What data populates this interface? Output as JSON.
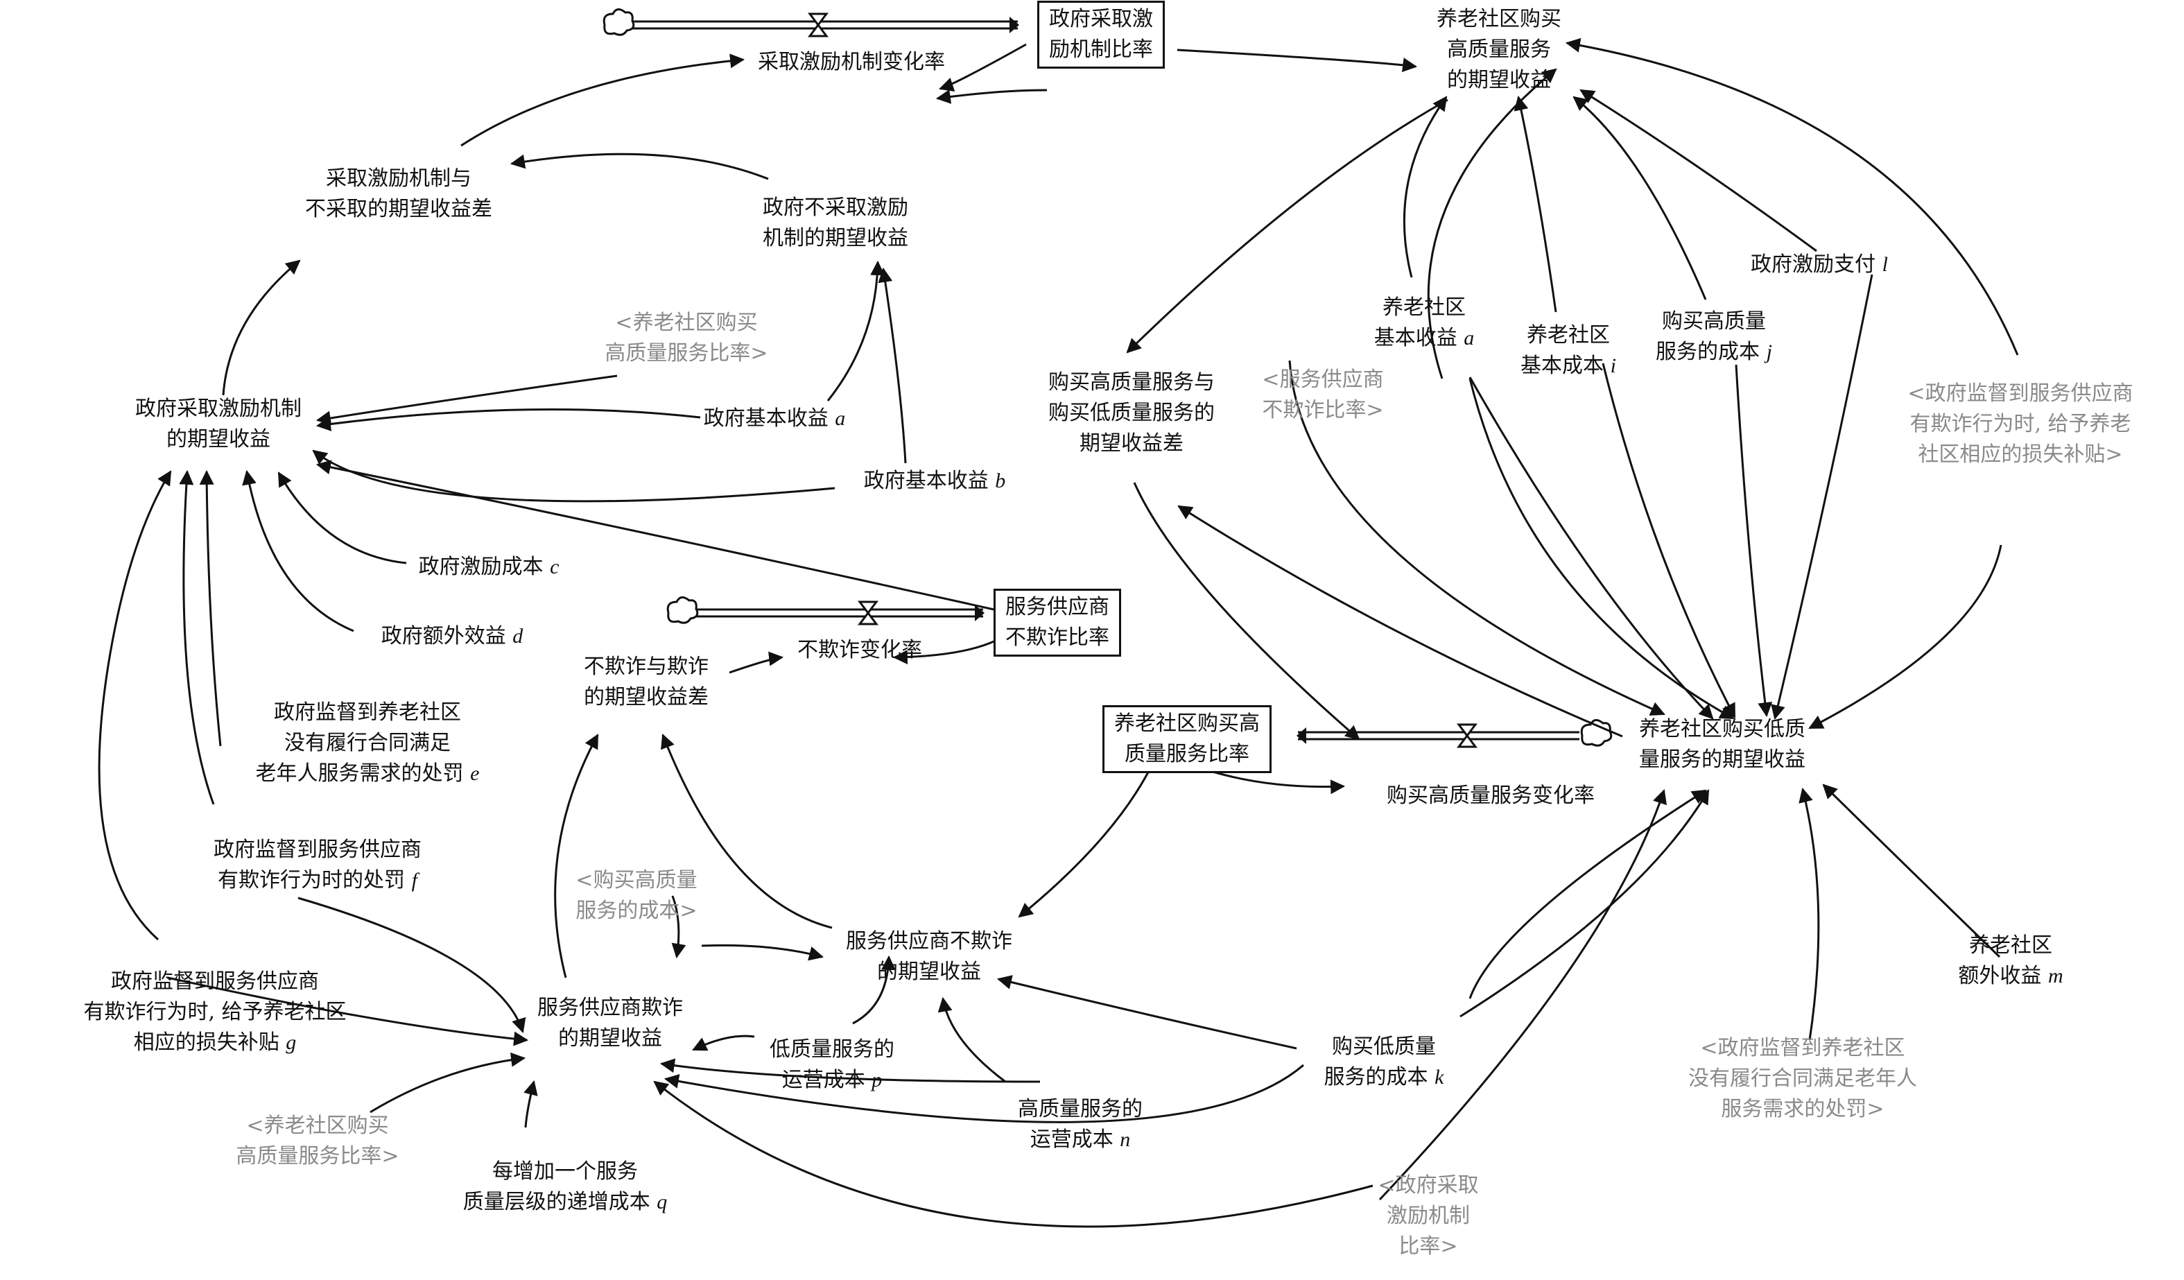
{
  "diagram": {
    "colors": {
      "line": "#111111",
      "shadow_text": "#8a8a8a",
      "background": "#ffffff"
    },
    "nodes": [
      {
        "id": "gov_rate",
        "kind": "stock",
        "lines": [
          "政府采取激",
          "励机制比率"
        ]
      },
      {
        "id": "gov_rate_change",
        "kind": "aux",
        "lines": [
          "采取激励机制变化率"
        ]
      },
      {
        "id": "gov_diff",
        "kind": "aux",
        "lines": [
          "采取激励机制与",
          "不采取的期望收益差"
        ]
      },
      {
        "id": "gov_no_inc",
        "kind": "aux",
        "lines": [
          "政府不采取激励",
          "机制的期望收益"
        ]
      },
      {
        "id": "sh_comm_rate_1",
        "kind": "shadow",
        "lines": [
          "<养老社区购买",
          "高质量服务比率>"
        ]
      },
      {
        "id": "gov_inc",
        "kind": "aux",
        "lines": [
          "政府采取激励机制",
          "的期望收益"
        ]
      },
      {
        "id": "gov_base_a",
        "kind": "aux",
        "lines": [
          "政府基本收益 a"
        ],
        "italic": "a"
      },
      {
        "id": "gov_base_b",
        "kind": "aux",
        "lines": [
          "政府基本收益 b"
        ],
        "italic": "b"
      },
      {
        "id": "gov_cost_c",
        "kind": "aux",
        "lines": [
          "政府激励成本 c"
        ],
        "italic": "c"
      },
      {
        "id": "gov_extra_d",
        "kind": "aux",
        "lines": [
          "政府额外效益 d"
        ],
        "italic": "d"
      },
      {
        "id": "penalty_e",
        "kind": "aux",
        "lines": [
          "政府监督到养老社区",
          "没有履行合同满足",
          "老年人服务需求的处罚 e"
        ],
        "italic": "e"
      },
      {
        "id": "penalty_f",
        "kind": "aux",
        "lines": [
          "政府监督到服务供应商",
          "有欺诈行为时的处罚 f"
        ],
        "italic": "f"
      },
      {
        "id": "subsidy_g",
        "kind": "aux",
        "lines": [
          "政府监督到服务供应商",
          "有欺诈行为时, 给予养老社区",
          "相应的损失补贴 g"
        ],
        "italic": "g"
      },
      {
        "id": "sh_comm_rate_2",
        "kind": "shadow",
        "lines": [
          "<养老社区购买",
          "高质量服务比率>"
        ]
      },
      {
        "id": "cost_q",
        "kind": "aux",
        "lines": [
          "每增加一个服务",
          "质量层级的递增成本 q"
        ],
        "italic": "q"
      },
      {
        "id": "sup_fraud",
        "kind": "aux",
        "lines": [
          "服务供应商欺诈",
          "的期望收益"
        ]
      },
      {
        "id": "sh_buy_cost",
        "kind": "shadow",
        "lines": [
          "<购买高质量",
          "服务的成本>"
        ]
      },
      {
        "id": "low_cost_p",
        "kind": "aux",
        "lines": [
          "低质量服务的",
          "运营成本 p"
        ],
        "italic": "p"
      },
      {
        "id": "high_cost_n",
        "kind": "aux",
        "lines": [
          "高质量服务的",
          "运营成本 n"
        ],
        "italic": "n"
      },
      {
        "id": "sup_nofraud",
        "kind": "aux",
        "lines": [
          "服务供应商不欺诈",
          "的期望收益"
        ]
      },
      {
        "id": "sup_diff",
        "kind": "aux",
        "lines": [
          "不欺诈与欺诈",
          "的期望收益差"
        ]
      },
      {
        "id": "sup_rate_change",
        "kind": "aux",
        "lines": [
          "不欺诈变化率"
        ]
      },
      {
        "id": "sup_rate",
        "kind": "stock",
        "lines": [
          "服务供应商",
          "不欺诈比率"
        ]
      },
      {
        "id": "comm_rate",
        "kind": "stock",
        "lines": [
          "养老社区购买高",
          "质量服务比率"
        ]
      },
      {
        "id": "comm_rate_change",
        "kind": "aux",
        "lines": [
          "购买高质量服务变化率"
        ]
      },
      {
        "id": "buy_low_k",
        "kind": "aux",
        "lines": [
          "购买低质量",
          "服务的成本 k"
        ],
        "italic": "k"
      },
      {
        "id": "comm_high",
        "kind": "aux",
        "lines": [
          "养老社区购买",
          "高质量服务",
          "的期望收益"
        ]
      },
      {
        "id": "comm_diff",
        "kind": "aux",
        "lines": [
          "购买高质量服务与",
          "购买低质量服务的",
          "期望收益差"
        ]
      },
      {
        "id": "sh_sup_rate",
        "kind": "shadow",
        "lines": [
          "<服务供应商",
          "不欺诈比率>"
        ]
      },
      {
        "id": "comm_base_a",
        "kind": "aux",
        "lines": [
          "养老社区",
          "基本收益 a"
        ],
        "italic": "a"
      },
      {
        "id": "comm_base_i",
        "kind": "aux",
        "lines": [
          "养老社区",
          "基本成本 i"
        ],
        "italic": "i"
      },
      {
        "id": "buy_high_j",
        "kind": "aux",
        "lines": [
          "购买高质量",
          "服务的成本 j"
        ],
        "italic": "j"
      },
      {
        "id": "gov_pay_l",
        "kind": "aux",
        "lines": [
          "政府激励支付 l"
        ],
        "italic": "l"
      },
      {
        "id": "sh_subsidy",
        "kind": "shadow",
        "lines": [
          "<政府监督到服务供应商",
          "有欺诈行为时, 给予养老",
          "社区相应的损失补贴>"
        ]
      },
      {
        "id": "comm_low",
        "kind": "aux",
        "lines": [
          "养老社区购买低质",
          "量服务的期望收益"
        ]
      },
      {
        "id": "extra_m",
        "kind": "aux",
        "lines": [
          "养老社区",
          "额外收益 m"
        ],
        "italic": "m"
      },
      {
        "id": "sh_penalty",
        "kind": "shadow",
        "lines": [
          "<政府监督到养老社区",
          "没有履行合同满足老年人",
          "服务需求的处罚>"
        ]
      },
      {
        "id": "sh_gov_rate",
        "kind": "shadow",
        "lines": [
          "<政府采取",
          "激励机制",
          "比率>"
        ]
      }
    ]
  }
}
